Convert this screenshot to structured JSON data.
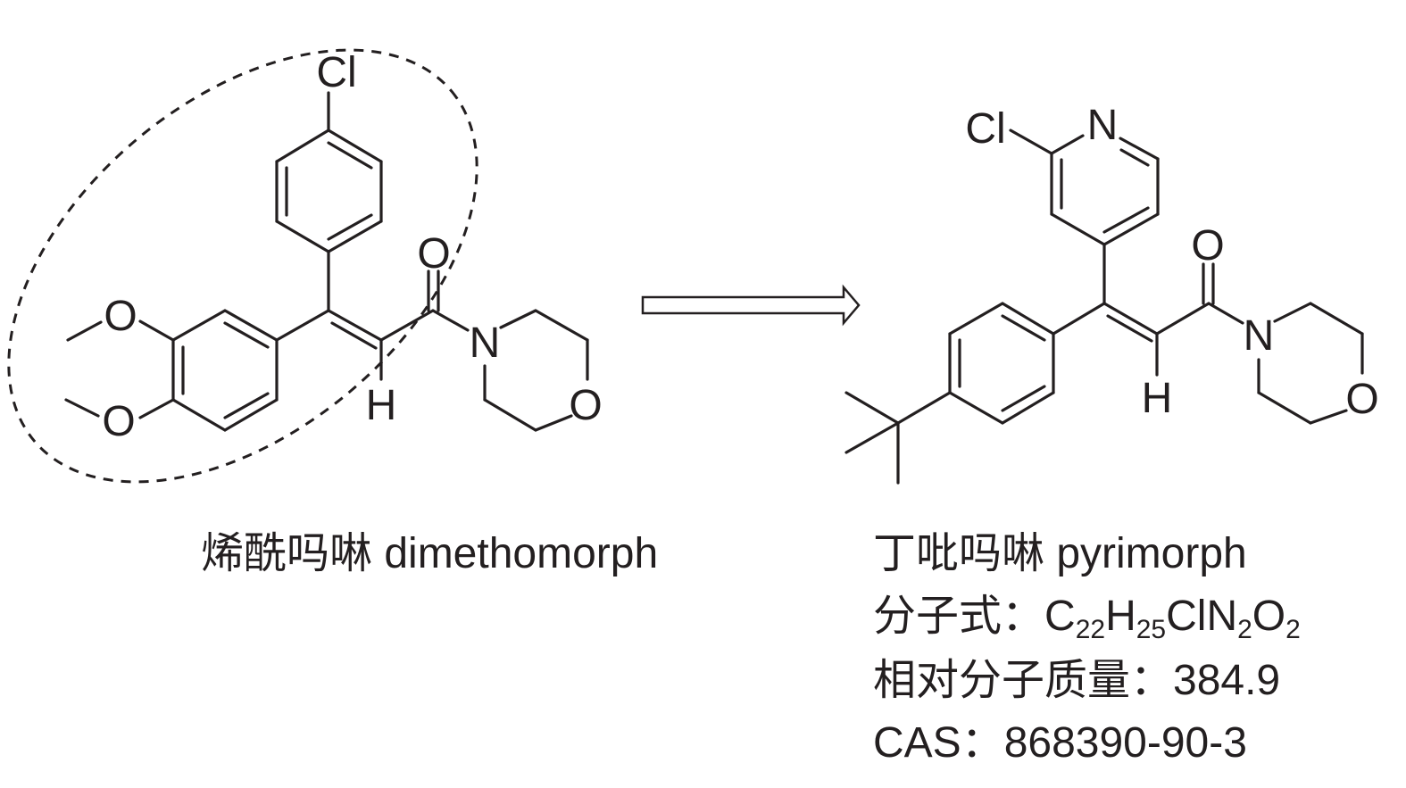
{
  "atoms": {
    "chlorine": "Cl",
    "oxygen": "O",
    "nitrogen": "N",
    "hydrogen": "H"
  },
  "left": {
    "caption": "烯酰吗啉 dimethomorph"
  },
  "right": {
    "caption": "丁吡吗啉 pyrimorph",
    "formula_label": "分子式：",
    "formula_parts": [
      "C",
      "22",
      "H",
      "25",
      "ClN",
      "2",
      "O",
      "2"
    ],
    "mass_line": "相对分子质量：384.9",
    "cas_line": "CAS：868390-90-3"
  },
  "colors": {
    "ink": "#231f20",
    "background": "#ffffff"
  }
}
